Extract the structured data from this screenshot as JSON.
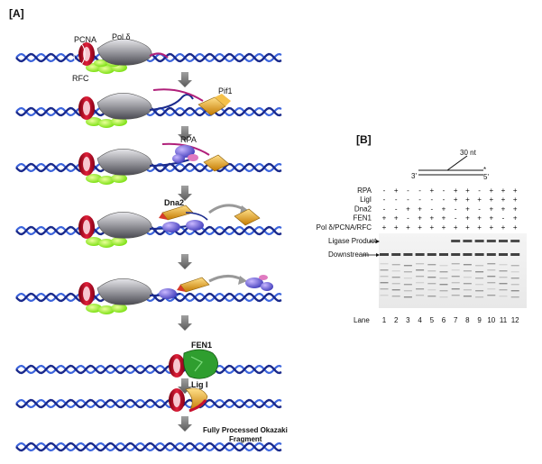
{
  "panel_a": {
    "label": "[A]",
    "proteins": {
      "pcna": "PCNA",
      "pol_delta": "Pol δ",
      "rfc": "RFC",
      "pif1": "Pif1",
      "rpa": "RPA",
      "dna2": "Dna2",
      "fen1": "FEN1",
      "lig1": "Lig I"
    },
    "final_product": [
      "Fully Processed Okazaki",
      "Fragment"
    ]
  },
  "panel_b": {
    "label": "[B]",
    "substrate": {
      "nt_label": "30 nt",
      "end_3": "3'",
      "end_5": "5'",
      "star": "*"
    },
    "row_labels": [
      "RPA",
      "LigI",
      "Dna2",
      "FEN1",
      "Pol δ/PCNA/RFC"
    ],
    "rows": [
      [
        "-",
        "+",
        "-",
        "-",
        "+",
        "-",
        "+",
        "+",
        "-",
        "+",
        "+",
        "+"
      ],
      [
        "-",
        "-",
        "-",
        "-",
        "-",
        "-",
        "+",
        "+",
        "+",
        "+",
        "+",
        "+"
      ],
      [
        "-",
        "-",
        "+",
        "+",
        "-",
        "+",
        "-",
        "+",
        "-",
        "+",
        "+",
        "+"
      ],
      [
        "+",
        "+",
        "-",
        "+",
        "+",
        "+",
        "-",
        "+",
        "+",
        "+",
        "-",
        "+"
      ],
      [
        "+",
        "+",
        "+",
        "+",
        "+",
        "+",
        "+",
        "+",
        "+",
        "+",
        "+",
        "+"
      ]
    ],
    "band_labels": {
      "ligase": "Ligase Product",
      "downstream": "Downstream"
    },
    "lane_title": "Lane",
    "lanes": [
      "1",
      "2",
      "3",
      "4",
      "5",
      "6",
      "7",
      "8",
      "9",
      "10",
      "11",
      "12"
    ]
  },
  "colors": {
    "dna_dark": "#1a2a8c",
    "dna_light": "#3c64dc",
    "pcna_red": "#c8102e",
    "pol_gray": "#9a9aa0",
    "rfc_green": "#7cff00",
    "pif1_orange": "#e8a317",
    "rpa_purple": "#5a4fcf",
    "fen1_green": "#2f9e2f",
    "arrow_gray": "#7a7a7a"
  }
}
